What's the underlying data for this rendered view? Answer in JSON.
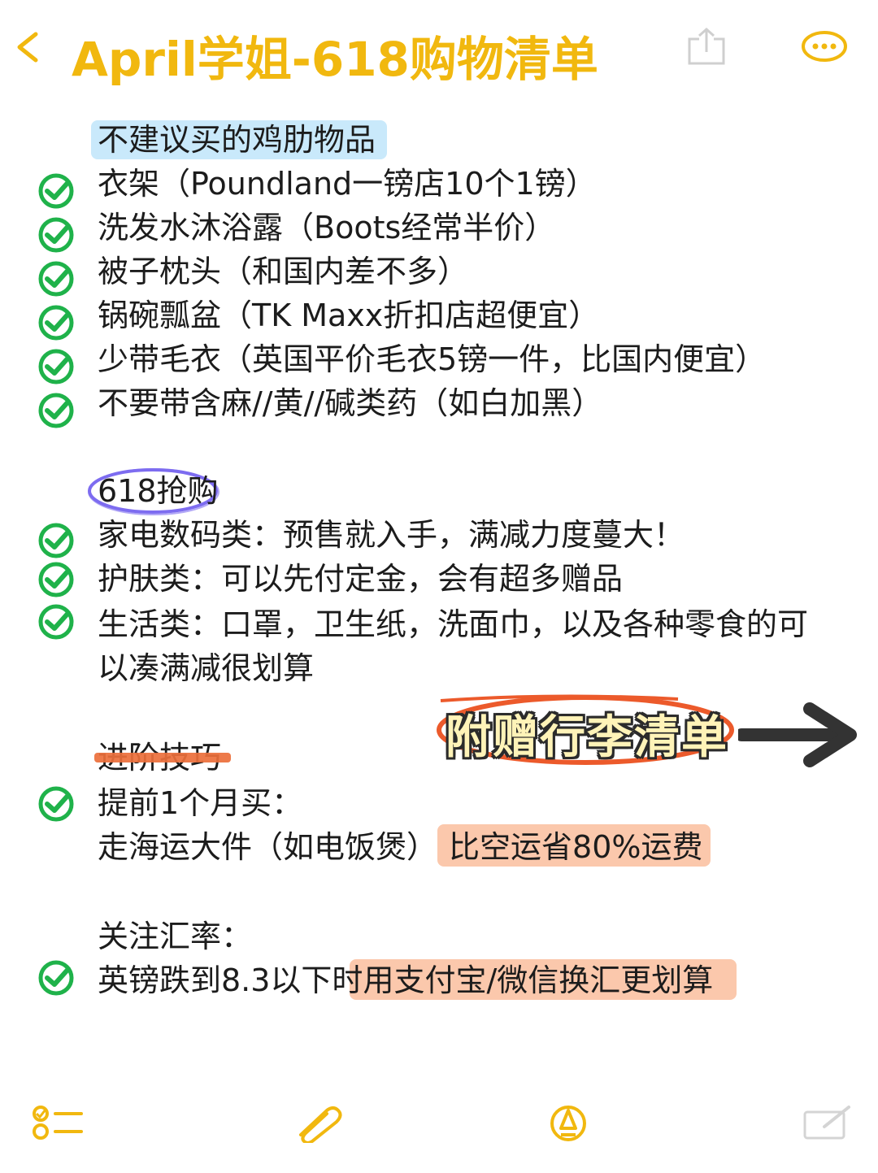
{
  "header": {
    "back_icon": "chevron-left-icon",
    "title": "April学姐-618购物清单",
    "share_icon": "share-icon",
    "more_icon": "more-icon"
  },
  "sections": {
    "s1_title": "不建议买的鸡肋物品",
    "s1_items": [
      "衣架（Poundland一镑店10个1镑）",
      "洗发水沐浴露（Boots经常半价）",
      "被子枕头（和国内差不多）",
      "锅碗瓢盆（TK Maxx折扣店超便宜）",
      "少带毛衣（英国平价毛衣5镑一件，比国内便宜）",
      "不要带含麻//黄//碱类药（如白加黑）"
    ],
    "s2_title": "618抢购",
    "s2_items": [
      "家电数码类：预售就入手，满减力度蔓大！",
      "护肤类：可以先付定金，会有超多赠品",
      "生活类：口罩，卫生纸，洗面巾，以及各种零食的可"
    ],
    "s2_continuation": "以凑满减很划算",
    "badge": "附赠行李清单",
    "s3_title": "进阶技巧",
    "s3_item1": "提前1个月买：",
    "s3_item1_detail_a": "走海运大件（如电饭煲）",
    "s3_item1_detail_b": "比空运省80%运费",
    "s3_sub_title": "关注汇率：",
    "s3_item2_a": "英镑跌到8.3以下时",
    "s3_item2_b": "用支付宝/微信换汇更划算"
  },
  "colors": {
    "accent": "#f1b80f",
    "check_green": "#1fb24a",
    "highlight_blue": "#c9e9fb",
    "highlight_orange": "#fbc8ac",
    "circle_purple": "#7d6cf0",
    "strike_orange": "#ec6f3b"
  },
  "toolbar": {
    "checklist_icon": "checklist-icon",
    "attachment_icon": "paperclip-icon",
    "markup_icon": "markup-pen-icon",
    "compose_icon": "compose-icon"
  }
}
